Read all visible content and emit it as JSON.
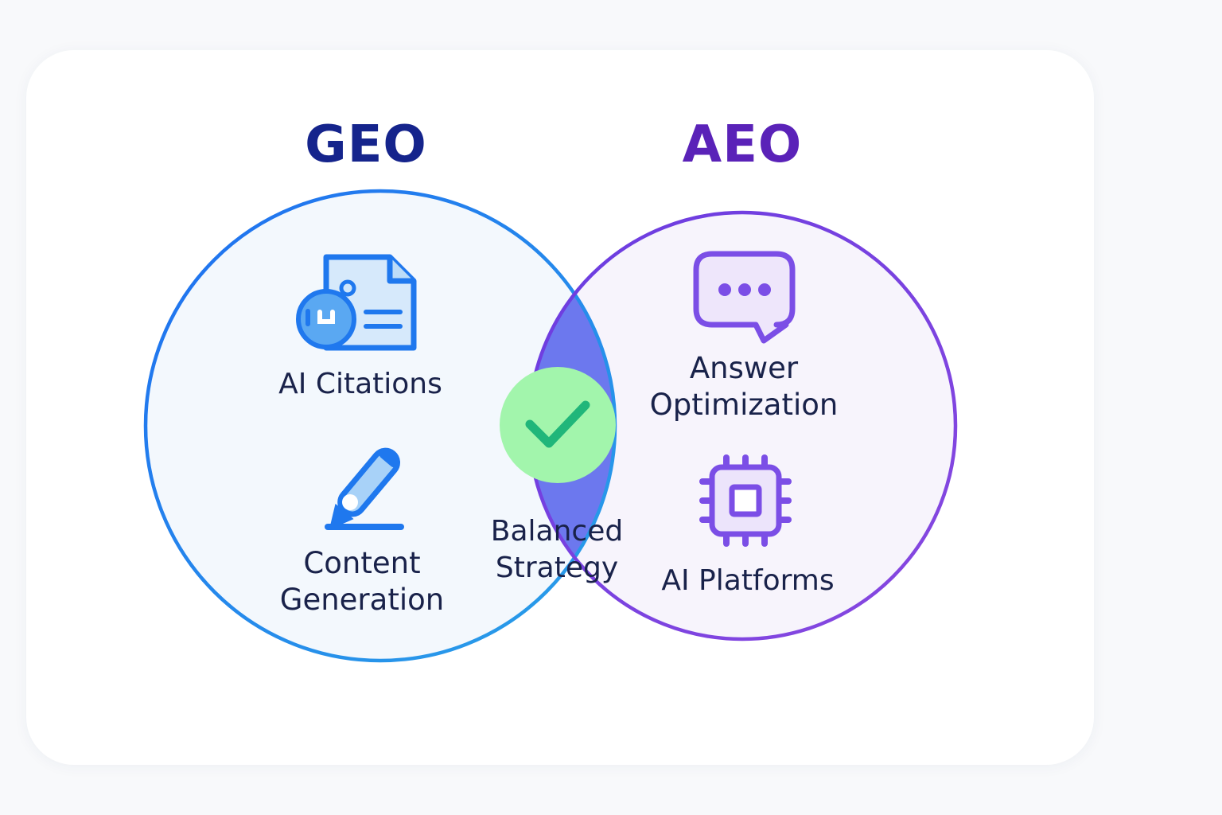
{
  "colors": {
    "geo": "#1e88f0",
    "aeo": "#7b3fe0",
    "geo_title": "#15248c",
    "aeo_title": "#5a22b8",
    "overlap": "#6e78f0",
    "check_fill": "#9df5a8",
    "check_mark": "#1fb878",
    "text": "#19224a"
  },
  "diagram": {
    "left_circle": {
      "title": "GEO",
      "items": [
        {
          "label": "AI Citations",
          "icon": "document-robot-icon"
        },
        {
          "label": "Content Generation",
          "icon": "pencil-icon"
        }
      ]
    },
    "right_circle": {
      "title": "AEO",
      "items": [
        {
          "label": "Answer Optimization",
          "icon": "chat-bubble-icon"
        },
        {
          "label": "AI Platforms",
          "icon": "chip-icon"
        }
      ]
    },
    "overlap": {
      "label": "Balanced Strategy",
      "icon": "checkmark-icon"
    }
  }
}
